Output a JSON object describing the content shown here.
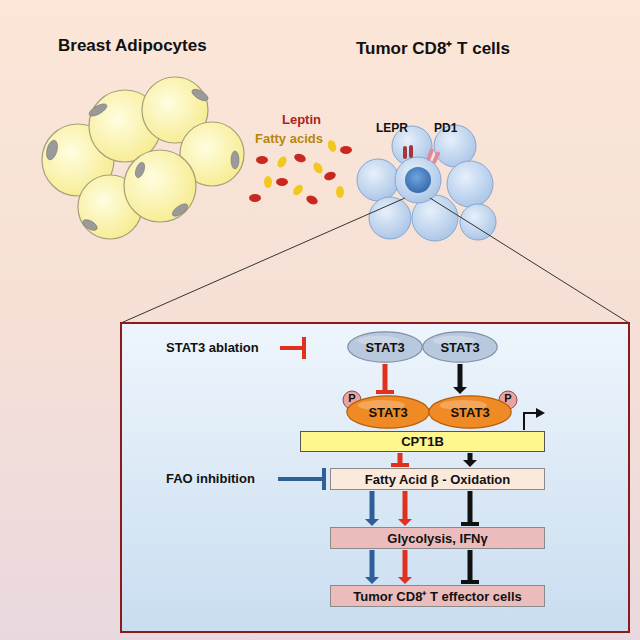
{
  "diagram": {
    "nodes": [
      {
        "text": [
          "STAT3"
        ]
      },
      {
        "text": [
          "STAT3"
        ]
      },
      {
        "text": [
          "STAT3"
        ]
      },
      {
        "text": [
          "STAT3"
        ]
      },
      {
        "text": [
          "CPT1B"
        ]
      },
      {
        "text": [
          "Fatty Acid β - Oxidation"
        ]
      },
      {
        "text": [
          "Glycolysis, IFNγ"
        ]
      },
      {
        "text": [
          "Tumor CD8⁺ T effector cells"
        ]
      }
    ],
    "edges": [
      {
        "from": 0,
        "to": 2,
        "arrow": "to"
      },
      {
        "from": 1,
        "to": 3,
        "arrow": "to"
      },
      {
        "from": 4,
        "to": 5,
        "arrow": "to"
      },
      {
        "from": 4,
        "to": 5,
        "arrow": "to"
      },
      {
        "from": 5,
        "to": 6,
        "arrow": "to"
      },
      {
        "from": 5,
        "to": 6,
        "arrow": "to"
      },
      {
        "from": 5,
        "to": 6,
        "arrow": "to"
      },
      {
        "from": 6,
        "to": 7,
        "arrow": "to"
      },
      {
        "from": 6,
        "to": 7,
        "arrow": "to"
      },
      {
        "from": 6,
        "to": 7,
        "arrow": "to"
      }
    ],
    "labels": [
      "Breast Adipocytes",
      "Tumor CD8⁺ T cells",
      "Leptin",
      "Fatty acids",
      "LEPR",
      "PD1",
      "STAT3 ablation",
      "FAO inhibition",
      "P",
      "P"
    ]
  }
}
